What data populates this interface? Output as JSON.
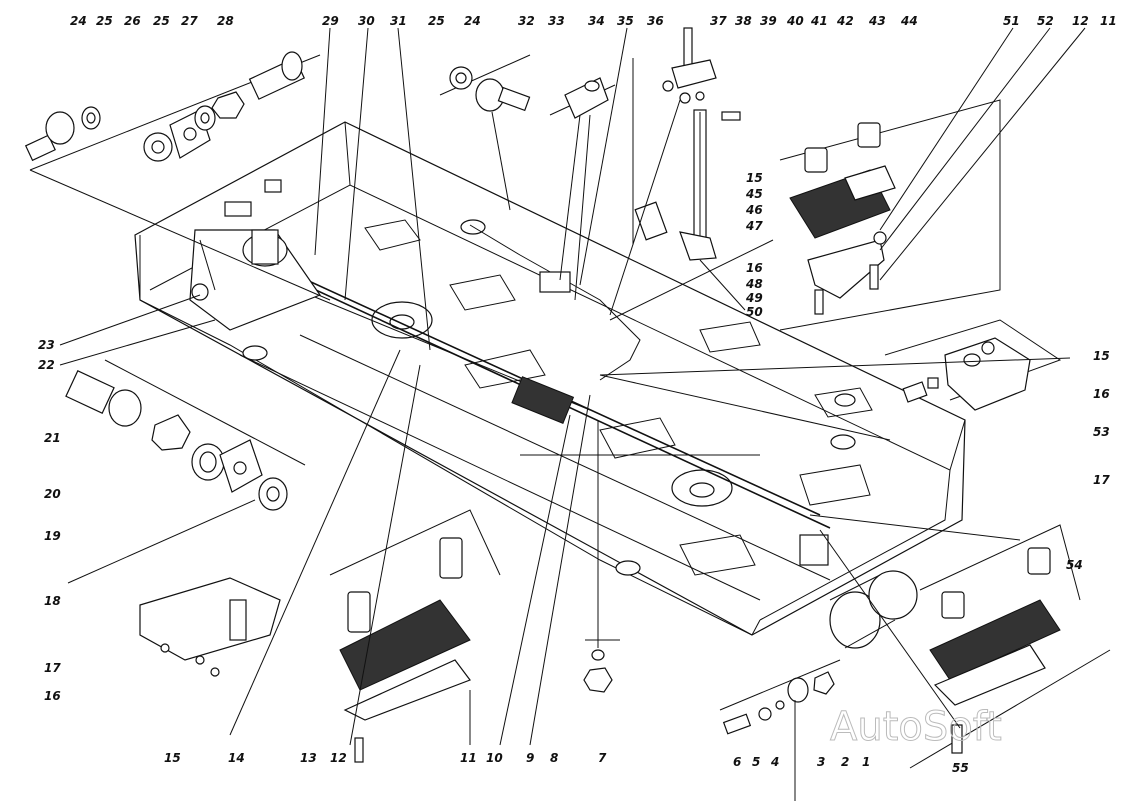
{
  "watermark": "AutoSoft",
  "labels": [
    {
      "id": "24a",
      "text": "24"
    },
    {
      "id": "25a",
      "text": "25"
    },
    {
      "id": "26",
      "text": "26"
    },
    {
      "id": "25b",
      "text": "25"
    },
    {
      "id": "27",
      "text": "27"
    },
    {
      "id": "28",
      "text": "28"
    },
    {
      "id": "29",
      "text": "29"
    },
    {
      "id": "30",
      "text": "30"
    },
    {
      "id": "31",
      "text": "31"
    },
    {
      "id": "25c",
      "text": "25"
    },
    {
      "id": "24b",
      "text": "24"
    },
    {
      "id": "32",
      "text": "32"
    },
    {
      "id": "33",
      "text": "33"
    },
    {
      "id": "34",
      "text": "34"
    },
    {
      "id": "35",
      "text": "35"
    },
    {
      "id": "36",
      "text": "36"
    },
    {
      "id": "37",
      "text": "37"
    },
    {
      "id": "38",
      "text": "38"
    },
    {
      "id": "39",
      "text": "39"
    },
    {
      "id": "40",
      "text": "40"
    },
    {
      "id": "41",
      "text": "41"
    },
    {
      "id": "42",
      "text": "42"
    },
    {
      "id": "43",
      "text": "43"
    },
    {
      "id": "44",
      "text": "44"
    },
    {
      "id": "51",
      "text": "51"
    },
    {
      "id": "52",
      "text": "52"
    },
    {
      "id": "12a",
      "text": "12"
    },
    {
      "id": "11a",
      "text": "11"
    },
    {
      "id": "15a",
      "text": "15"
    },
    {
      "id": "45",
      "text": "45"
    },
    {
      "id": "46",
      "text": "46"
    },
    {
      "id": "47",
      "text": "47"
    },
    {
      "id": "16a",
      "text": "16"
    },
    {
      "id": "48",
      "text": "48"
    },
    {
      "id": "49",
      "text": "49"
    },
    {
      "id": "50",
      "text": "50"
    },
    {
      "id": "23",
      "text": "23"
    },
    {
      "id": "22",
      "text": "22"
    },
    {
      "id": "15b",
      "text": "15"
    },
    {
      "id": "16b",
      "text": "16"
    },
    {
      "id": "53",
      "text": "53"
    },
    {
      "id": "17a",
      "text": "17"
    },
    {
      "id": "21",
      "text": "21"
    },
    {
      "id": "20",
      "text": "20"
    },
    {
      "id": "19",
      "text": "19"
    },
    {
      "id": "18",
      "text": "18"
    },
    {
      "id": "54",
      "text": "54"
    },
    {
      "id": "17b",
      "text": "17"
    },
    {
      "id": "16c",
      "text": "16"
    },
    {
      "id": "15c",
      "text": "15"
    },
    {
      "id": "14",
      "text": "14"
    },
    {
      "id": "13",
      "text": "13"
    },
    {
      "id": "12b",
      "text": "12"
    },
    {
      "id": "11b",
      "text": "11"
    },
    {
      "id": "10",
      "text": "10"
    },
    {
      "id": "9",
      "text": "9"
    },
    {
      "id": "8",
      "text": "8"
    },
    {
      "id": "7",
      "text": "7"
    },
    {
      "id": "6",
      "text": "6"
    },
    {
      "id": "5",
      "text": "5"
    },
    {
      "id": "4",
      "text": "4"
    },
    {
      "id": "3",
      "text": "3"
    },
    {
      "id": "2",
      "text": "2"
    },
    {
      "id": "1",
      "text": "1"
    },
    {
      "id": "55",
      "text": "55"
    }
  ]
}
